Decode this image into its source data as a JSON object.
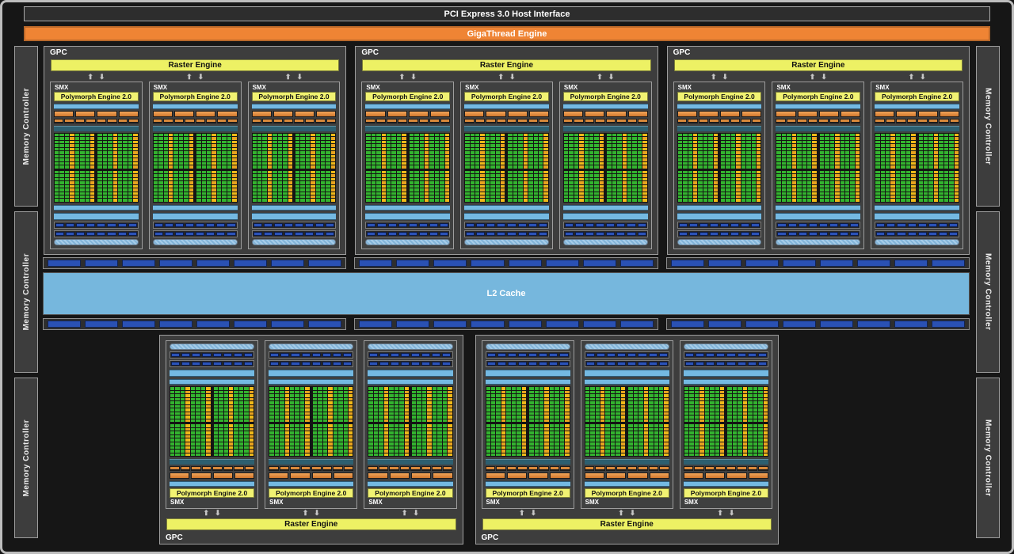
{
  "header": {
    "pci_label": "PCI Express 3.0 Host Interface",
    "gigathread_label": "GigaThread Engine"
  },
  "labels": {
    "gpc": "GPC",
    "smx": "SMX",
    "raster_engine": "Raster Engine",
    "polymorph_engine": "Polymorph Engine 2.0",
    "l2_cache": "L2 Cache",
    "memory_controller": "Memory Controller"
  },
  "icons": {
    "arrow_up": "⬆",
    "arrow_down": "⬇"
  },
  "structure": {
    "top_gpc_count": 3,
    "bottom_gpc_count": 2,
    "smx_per_gpc": 3,
    "core_grid": {
      "columns": 16,
      "rows": 19,
      "yellow_column_interval": 4,
      "mid_column_gap_after": 8,
      "mid_row_gap_after": 10
    },
    "ldst_wide_segments": 4,
    "ldst_narrow_segments": 8,
    "texture_rows": 2,
    "texture_segments_per_row": 8,
    "rop_strips": 2,
    "rop_groups_per_strip": 3,
    "rop_segments_per_group": 8,
    "memory_controllers_per_side": 3
  },
  "colors": {
    "bg": "#161616",
    "frame_border": "#bdbdbd",
    "bar_dark": "#2d2d2d",
    "bar_border": "#aaaaaa",
    "gt_orange": "#ef8434",
    "gt_border": "#b9682a",
    "box_bg": "#3d3d3d",
    "box_border": "#9e9e9e",
    "raster_yellow": "#edf164",
    "polymorph_yellow": "#f1f272",
    "blue_bar": "#74b9e2",
    "teal": "#2d5f70",
    "teal_hi": "#5d8fa0",
    "grid_bg": "#141414",
    "core_green": "#33b42f",
    "core_yellow_a": "#f0ba19",
    "core_yellow_b": "#e8a31f",
    "ldst_hi": "#f2a55a",
    "ldst_lo": "#cf762c",
    "ldst2": "#d9893a",
    "tex_blue": "#2a52b8",
    "tex_box": "#262626",
    "tex_border": "#7a7a7a",
    "hatch_a": "#a6cce8",
    "hatch_b": "#82b4d8",
    "rop_blue": "#2a51b4",
    "l2_blue": "#76b7dd",
    "arrow": "#c6c6c6",
    "mc_text": "#ededed"
  }
}
